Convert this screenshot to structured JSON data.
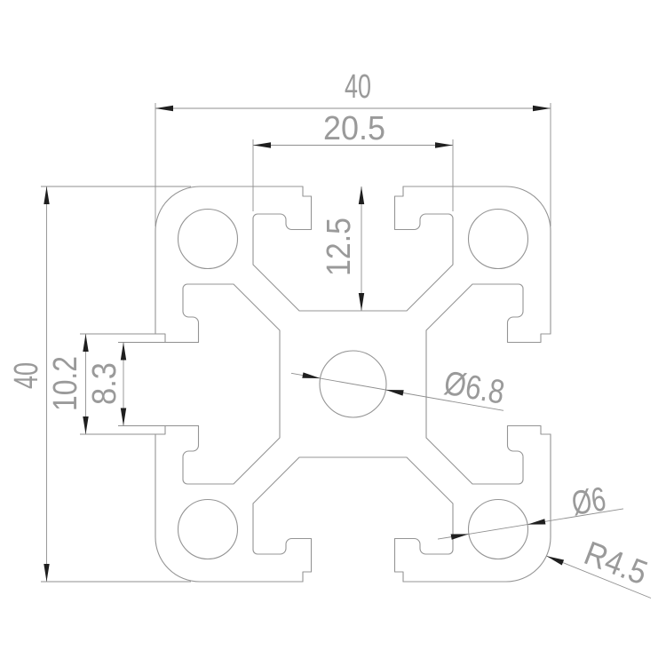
{
  "drawing": {
    "dimensions": {
      "overall_width": {
        "label": "40"
      },
      "overall_height": {
        "label": "40"
      },
      "slot_void_width": {
        "label": "20.5"
      },
      "slot_depth": {
        "label": "12.5"
      },
      "slot_opening_outer": {
        "label": "10.2"
      },
      "slot_opening_inner": {
        "label": "8.3"
      },
      "center_bore": {
        "label": "Ø6.8"
      },
      "corner_bore": {
        "label": "Ø6"
      },
      "corner_radius": {
        "label": "R4.5"
      }
    },
    "colors": {
      "background": "#ffffff",
      "profile_line": "#949494",
      "dimension_line": "#8f8f8f",
      "arrow": "#1f1f1f",
      "text": "#9a9a9a"
    }
  }
}
